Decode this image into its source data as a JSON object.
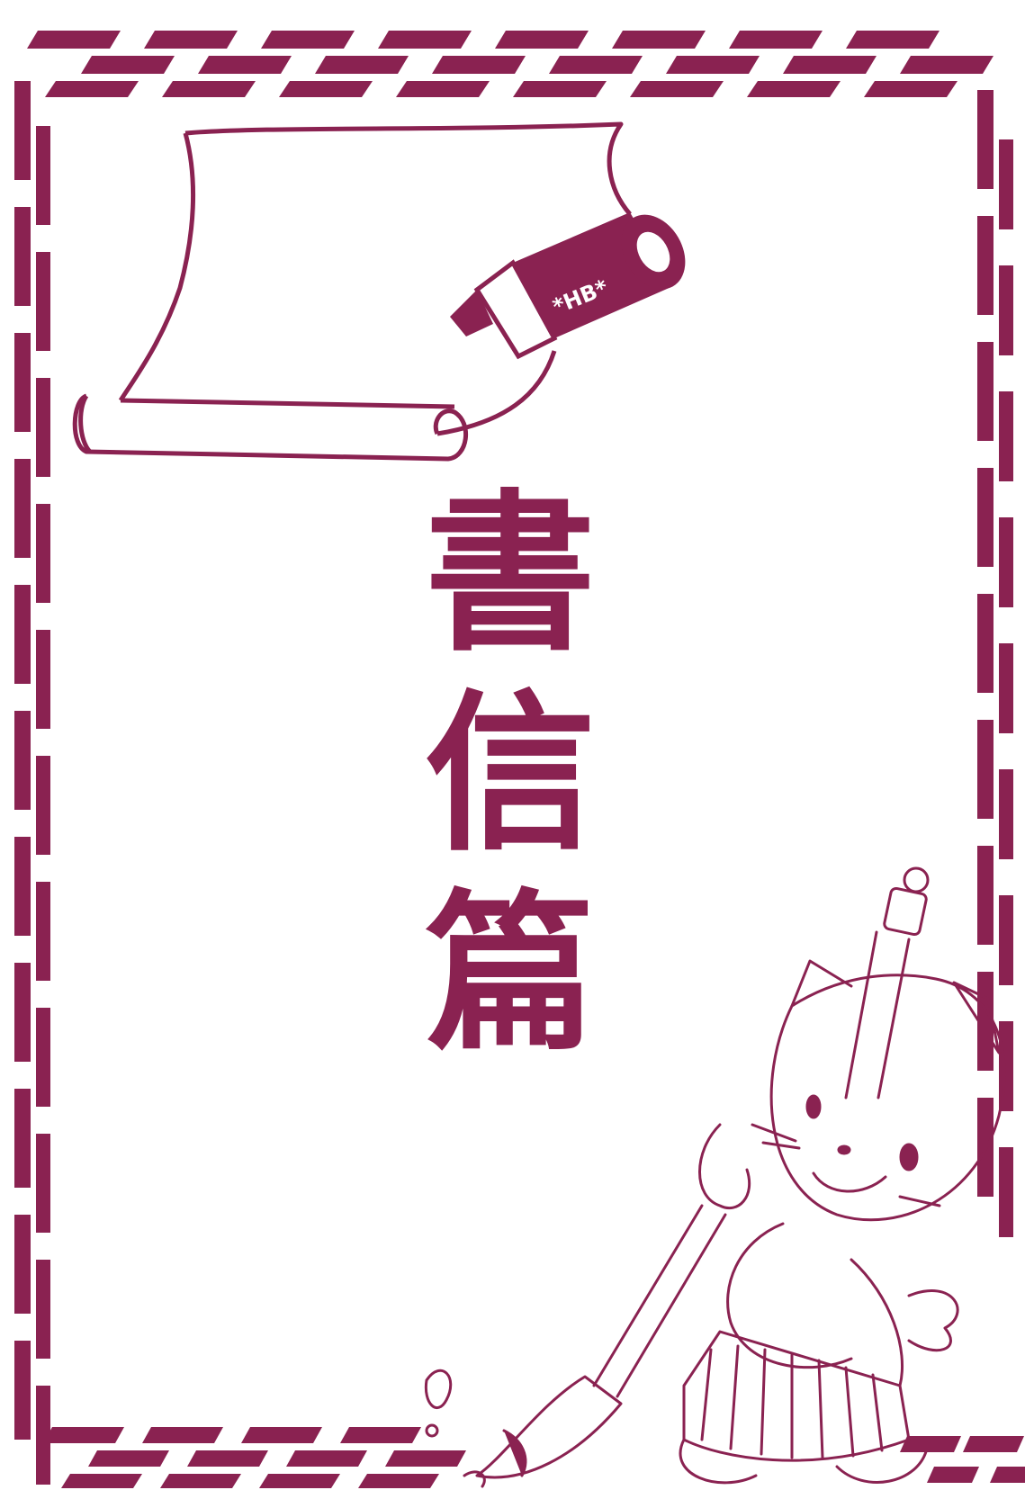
{
  "colors": {
    "ink": "#8a2251",
    "paper": "#ffffff"
  },
  "pencil": {
    "label": "*HB*"
  },
  "title": {
    "chars": [
      "書",
      "信",
      "篇"
    ]
  },
  "icons": {
    "border": "checkered-border",
    "scroll": "paper-scroll-icon",
    "pencil": "pencil-icon",
    "cat": "cat-with-brush-illustration"
  }
}
